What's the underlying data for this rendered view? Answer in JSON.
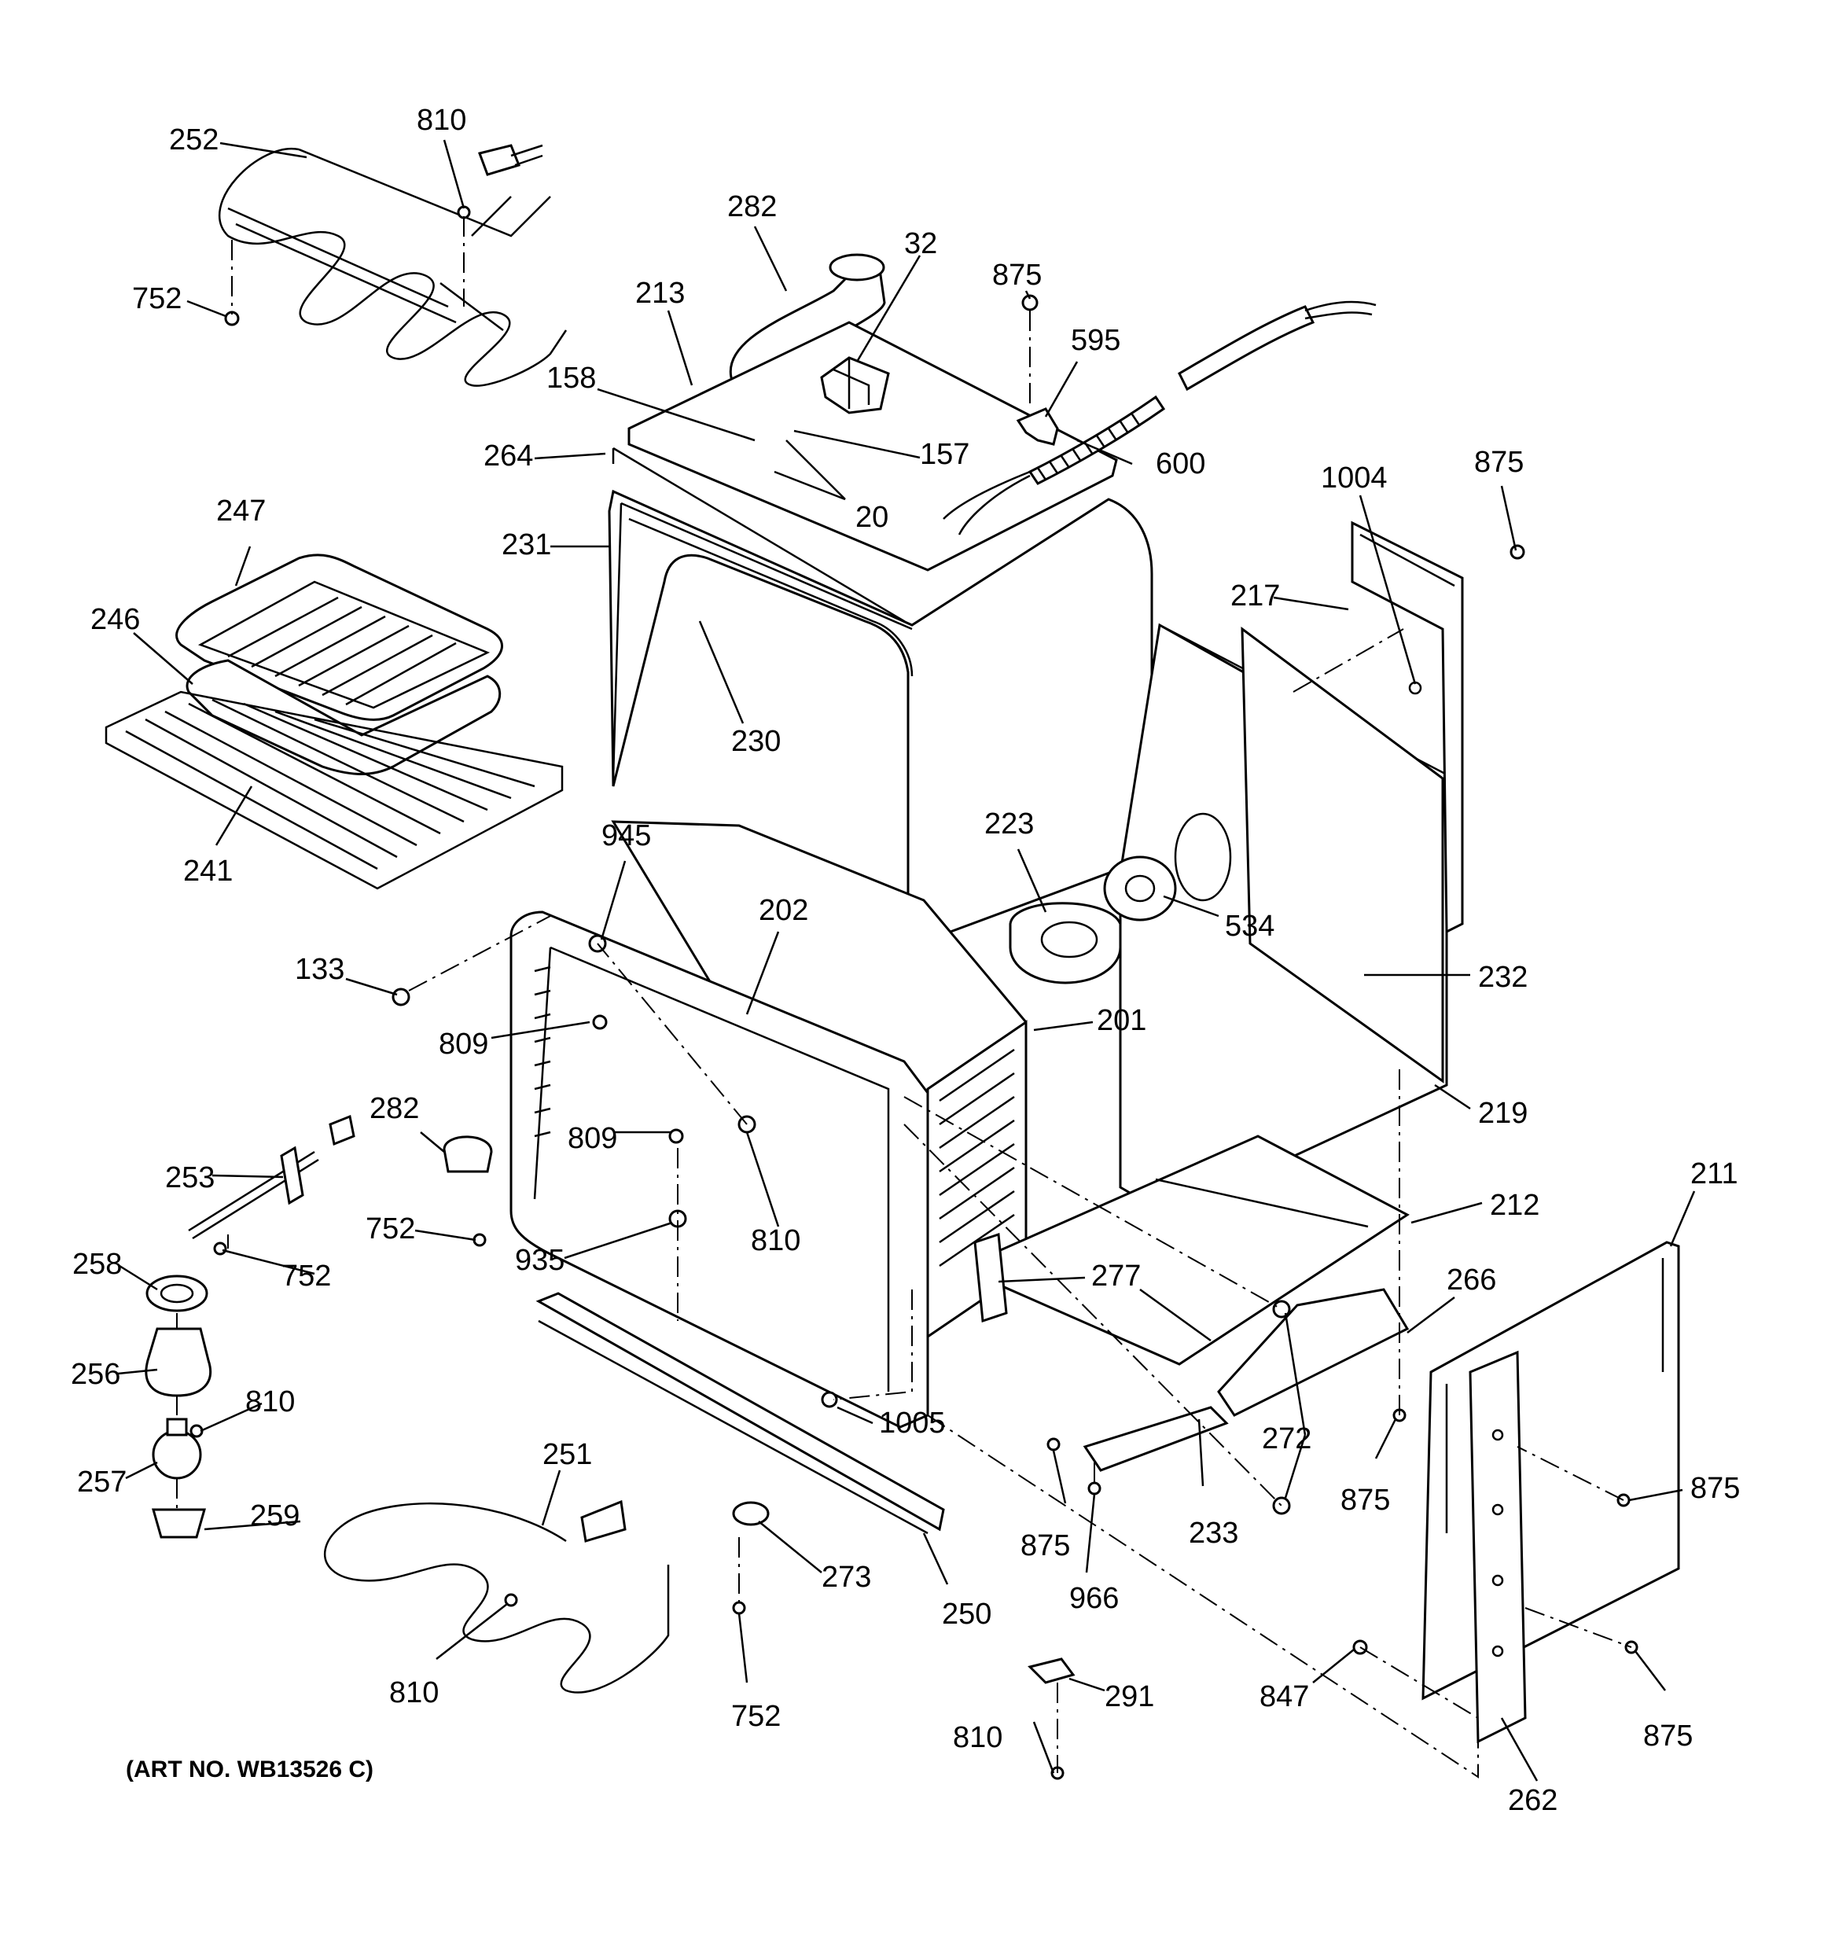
{
  "art_number": "(ART NO. WB13526 C)",
  "callouts": [
    {
      "id": "c252a",
      "text": "252"
    },
    {
      "id": "c810a",
      "text": "810"
    },
    {
      "id": "c752a",
      "text": "752"
    },
    {
      "id": "c282a",
      "text": "282"
    },
    {
      "id": "c32",
      "text": "32"
    },
    {
      "id": "c875a",
      "text": "875"
    },
    {
      "id": "c213",
      "text": "213"
    },
    {
      "id": "c595",
      "text": "595"
    },
    {
      "id": "c158",
      "text": "158"
    },
    {
      "id": "c157",
      "text": "157"
    },
    {
      "id": "c264",
      "text": "264"
    },
    {
      "id": "c600",
      "text": "600"
    },
    {
      "id": "c20",
      "text": "20"
    },
    {
      "id": "c1004",
      "text": "1004"
    },
    {
      "id": "c875b",
      "text": "875"
    },
    {
      "id": "c247",
      "text": "247"
    },
    {
      "id": "c231",
      "text": "231"
    },
    {
      "id": "c217",
      "text": "217"
    },
    {
      "id": "c246",
      "text": "246"
    },
    {
      "id": "c230",
      "text": "230"
    },
    {
      "id": "c241",
      "text": "241"
    },
    {
      "id": "c223",
      "text": "223"
    },
    {
      "id": "c945",
      "text": "945"
    },
    {
      "id": "c202",
      "text": "202"
    },
    {
      "id": "c534",
      "text": "534"
    },
    {
      "id": "c133",
      "text": "133"
    },
    {
      "id": "c232",
      "text": "232"
    },
    {
      "id": "c809a",
      "text": "809"
    },
    {
      "id": "c201",
      "text": "201"
    },
    {
      "id": "c282b",
      "text": "282"
    },
    {
      "id": "c219",
      "text": "219"
    },
    {
      "id": "c809b",
      "text": "809"
    },
    {
      "id": "c211",
      "text": "211"
    },
    {
      "id": "c253",
      "text": "253"
    },
    {
      "id": "c810b",
      "text": "810"
    },
    {
      "id": "c212",
      "text": "212"
    },
    {
      "id": "c752b",
      "text": "752"
    },
    {
      "id": "c752c",
      "text": "752"
    },
    {
      "id": "c935",
      "text": "935"
    },
    {
      "id": "c258",
      "text": "258"
    },
    {
      "id": "c277",
      "text": "277"
    },
    {
      "id": "c266",
      "text": "266"
    },
    {
      "id": "c256",
      "text": "256"
    },
    {
      "id": "c810c",
      "text": "810"
    },
    {
      "id": "c1005",
      "text": "1005"
    },
    {
      "id": "c272",
      "text": "272"
    },
    {
      "id": "c257",
      "text": "257"
    },
    {
      "id": "c251",
      "text": "251"
    },
    {
      "id": "c875c",
      "text": "875"
    },
    {
      "id": "c875d",
      "text": "875"
    },
    {
      "id": "c259",
      "text": "259"
    },
    {
      "id": "c233",
      "text": "233"
    },
    {
      "id": "c875e",
      "text": "875"
    },
    {
      "id": "c273",
      "text": "273"
    },
    {
      "id": "c250",
      "text": "250"
    },
    {
      "id": "c966",
      "text": "966"
    },
    {
      "id": "c810d",
      "text": "810"
    },
    {
      "id": "c291",
      "text": "291"
    },
    {
      "id": "c847",
      "text": "847"
    },
    {
      "id": "c752d",
      "text": "752"
    },
    {
      "id": "c810e",
      "text": "810"
    },
    {
      "id": "c875f",
      "text": "875"
    },
    {
      "id": "c262",
      "text": "262"
    }
  ]
}
